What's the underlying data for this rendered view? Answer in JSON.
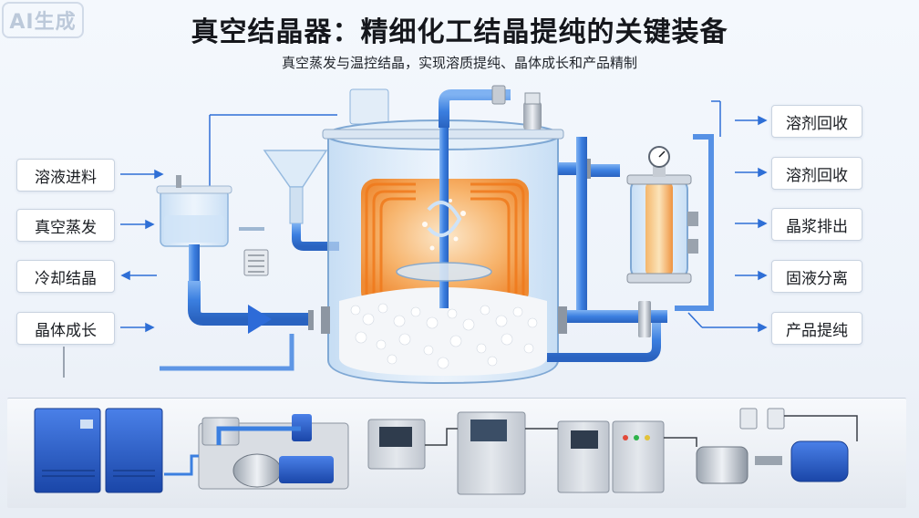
{
  "watermark": "AI生成",
  "title": "真空结晶器：精细化工结晶提纯的关键装备",
  "subtitle": "真空蒸发与温控结晶，实现溶质提纯、晶体成长和产品精制",
  "left_labels": [
    "溶液进料",
    "真空蒸发",
    "冷却结晶",
    "晶体成长"
  ],
  "right_labels": [
    "溶剂回收",
    "溶剂回收",
    "晶浆排出",
    "固液分离",
    "产品提纯"
  ],
  "colors": {
    "pipe_blue": "#3b7fe0",
    "vessel_glass": "#cfe3f7",
    "heating_orange": "#f59a3a",
    "crystal_white": "#f4f6f9",
    "motor_blue": "#1e55c8",
    "cabinet_grey": "#d6dae1"
  },
  "icons": [
    "funnel-icon",
    "pressure-gauge-icon",
    "agitator-icon",
    "valve-icon",
    "motor-icon",
    "vacuum-pump-icon",
    "control-cabinet-icon"
  ]
}
